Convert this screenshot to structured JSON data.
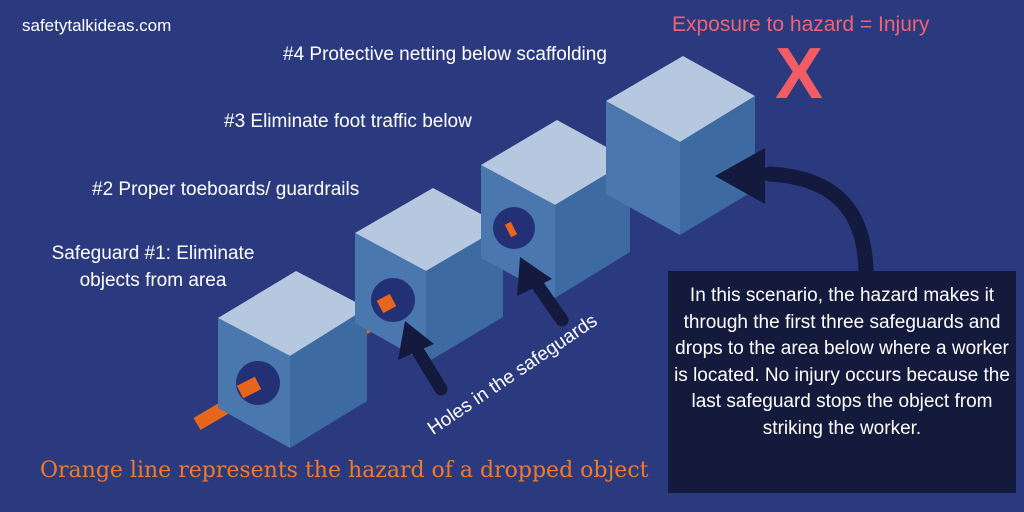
{
  "site": "safetytalkideas.com",
  "outcome": {
    "text": "Exposure to hazard = Injury",
    "mark": "X"
  },
  "safeguards": [
    {
      "label": "Safeguard #1: Eliminate objects from area"
    },
    {
      "label": "#2 Proper toeboards/ guardrails"
    },
    {
      "label": "#3 Eliminate foot traffic below"
    },
    {
      "label": "#4 Protective netting below scaffolding"
    }
  ],
  "holes_label": "Holes in the safeguards",
  "note": "In this scenario, the hazard makes it through the first three safeguards and drops to the area below where a worker is located. No injury occurs because the last safeguard stops the object from striking the worker.",
  "caption": "Orange line represents the hazard of a dropped object",
  "colors": {
    "background": "#2b3a7e",
    "cube_top": "#b6c8df",
    "cube_left": "#4a78ae",
    "cube_right": "#3d6aa0",
    "hole": "#243075",
    "hazard": "#e8651d",
    "arrow": "#131a3e",
    "outcome": "#f06372",
    "note_bg": "#141a3c"
  }
}
